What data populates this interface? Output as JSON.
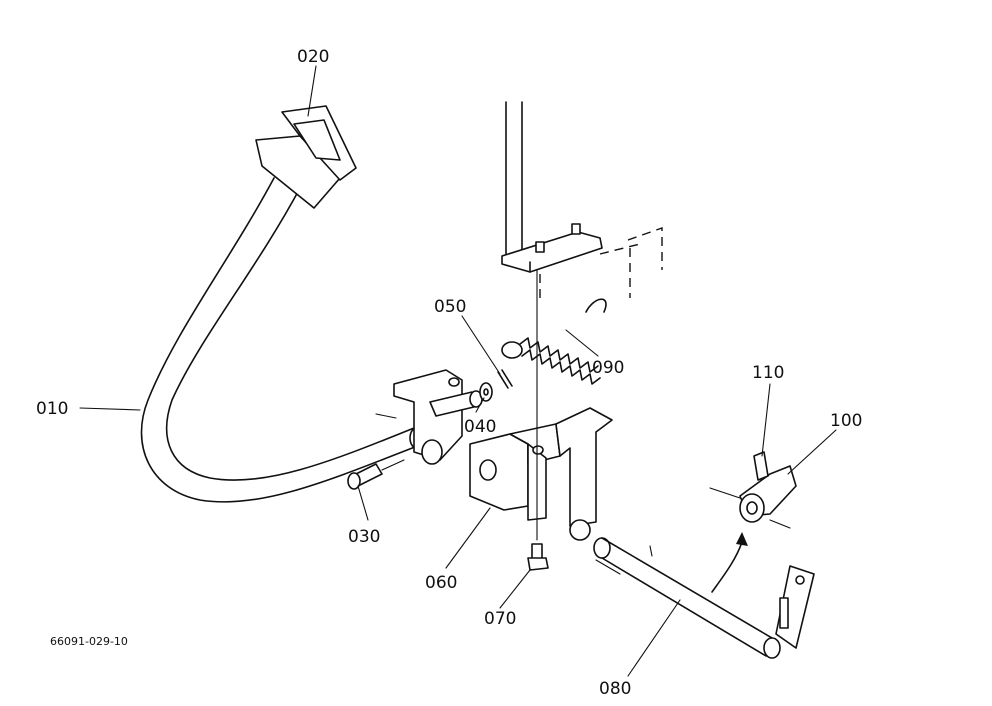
{
  "figure_code": "66091-029-10",
  "callouts": {
    "p010": "010",
    "p020": "020",
    "p030": "030",
    "p040": "040",
    "p050": "050",
    "p060": "060",
    "p070": "070",
    "p080": "080",
    "p090": "090",
    "p100": "100",
    "p110": "110"
  }
}
